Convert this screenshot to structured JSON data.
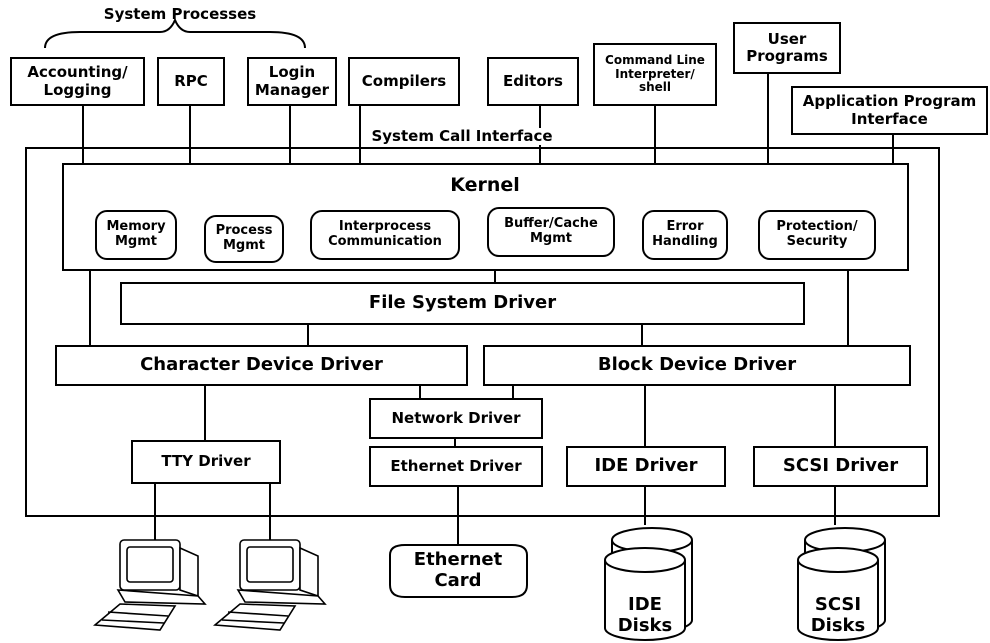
{
  "system_processes": {
    "title": "System Processes",
    "accounting": "Accounting/\nLogging",
    "rpc": "RPC",
    "login": "Login\nManager"
  },
  "top_programs": {
    "compilers": "Compilers",
    "editors": "Editors",
    "shell": "Command Line\nInterpreter/\nshell",
    "user_programs": "User\nPrograms",
    "api": "Application Program\nInterface"
  },
  "system_call_interface": "System Call Interface",
  "kernel": {
    "title": "Kernel",
    "components": {
      "memory": "Memory\nMgmt",
      "process": "Process\nMgmt",
      "ipc": "Interprocess\nCommunication",
      "buffer": "Buffer/Cache\nMgmt",
      "error": "Error\nHandling",
      "protection": "Protection/\nSecurity"
    }
  },
  "drivers": {
    "file_system": "File System Driver",
    "character": "Character Device Driver",
    "block": "Block Device Driver",
    "network": "Network Driver",
    "tty": "TTY Driver",
    "ethernet": "Ethernet Driver",
    "ide": "IDE Driver",
    "scsi": "SCSI Driver"
  },
  "hardware": {
    "ethernet_card": "Ethernet\nCard",
    "ide_disks": "IDE\nDisks",
    "scsi_disks": "SCSI\nDisks"
  }
}
